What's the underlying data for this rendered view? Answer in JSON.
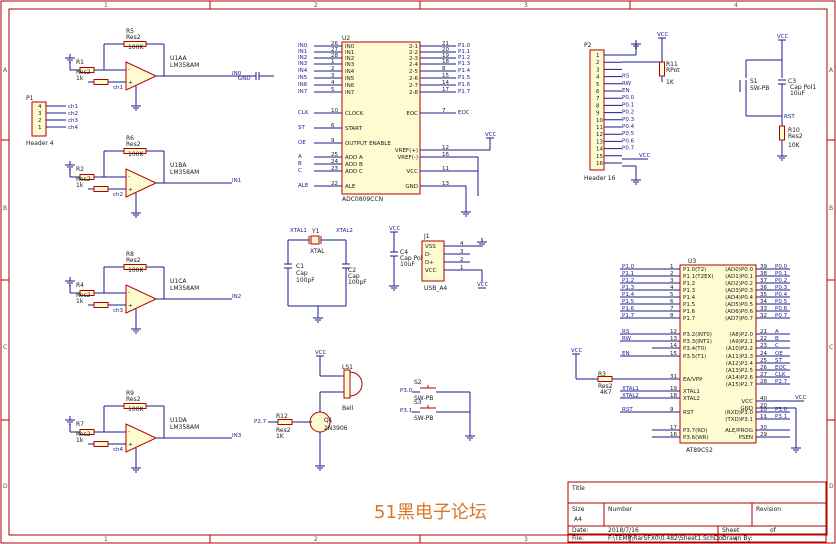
{
  "zones": {
    "top": [
      "1",
      "2",
      "3",
      "4"
    ],
    "side": [
      "A",
      "B",
      "C",
      "D"
    ]
  },
  "colors": {
    "wire": "#1a1a8c",
    "part": "#b00000",
    "fill": "#fffbd0",
    "watermark": "#d8782a"
  },
  "opamps": [
    {
      "ref": "U1AA",
      "part": "LM358AM",
      "rf": "R5",
      "rfval": "100K",
      "rin": "R1",
      "rinval": "1k",
      "rin_lbl": "Res2",
      "rf_lbl": "Res2",
      "in_net": "ch1",
      "out_net": "IN0"
    },
    {
      "ref": "U1BA",
      "part": "LM358AM",
      "rf": "R6",
      "rfval": "100K",
      "rin": "R2",
      "rinval": "1k",
      "rin_lbl": "Res2",
      "rf_lbl": "Res2",
      "in_net": "ch2",
      "out_net": "IN1"
    },
    {
      "ref": "U1CA",
      "part": "LM358AM",
      "rf": "R8",
      "rfval": "100K",
      "rin": "R4",
      "rinval": "1k",
      "rin_lbl": "Res2",
      "rf_lbl": "Res2",
      "in_net": "ch3",
      "out_net": "IN2"
    },
    {
      "ref": "U1DA",
      "part": "LM358AM",
      "rf": "R9",
      "rfval": "100K",
      "rin": "R7",
      "rinval": "1k",
      "rin_lbl": "Res2",
      "rf_lbl": "Res2",
      "in_net": "ch4",
      "out_net": "IN3"
    }
  ],
  "header4": {
    "ref": "P1",
    "name": "Header 4",
    "pins": [
      "4",
      "3",
      "2",
      "1"
    ],
    "nets": [
      "ch1",
      "ch2",
      "ch3",
      "ch4"
    ]
  },
  "adc": {
    "ref": "U2",
    "part": "ADC0809CCN",
    "left_pins": [
      [
        "26",
        "IN0"
      ],
      [
        "27",
        "IN1"
      ],
      [
        "28",
        "IN2"
      ],
      [
        "1",
        "IN3"
      ],
      [
        "2",
        "IN4"
      ],
      [
        "3",
        "IN5"
      ],
      [
        "4",
        "IN6"
      ],
      [
        "5",
        "IN7"
      ],
      [
        "10",
        "CLOCK"
      ],
      [
        "6",
        "START"
      ],
      [
        "9",
        "OUTPUT ENABLE"
      ],
      [
        "25",
        "ADD A"
      ],
      [
        "24",
        "ADD B"
      ],
      [
        "23",
        "ADD C"
      ],
      [
        "22",
        "ALE"
      ]
    ],
    "right_pins": [
      [
        "21",
        "2-1"
      ],
      [
        "20",
        "2-2"
      ],
      [
        "19",
        "2-3"
      ],
      [
        "18",
        "2-4"
      ],
      [
        "8",
        "2-5"
      ],
      [
        "15",
        "2-6"
      ],
      [
        "14",
        "2-7"
      ],
      [
        "17",
        "2-8"
      ],
      [
        "7",
        "EOC"
      ],
      [
        "12",
        "VREF(+)"
      ],
      [
        "16",
        "VREF(-)"
      ],
      [
        "11",
        "VCC"
      ],
      [
        "13",
        "GND"
      ]
    ],
    "right_nets": [
      "P1.0",
      "P1.1",
      "P1.2",
      "P1.3",
      "P1.4",
      "P1.5",
      "P1.6",
      "P1.7",
      "EOC"
    ],
    "left_nets": [
      "IN0",
      "IN1",
      "IN2",
      "IN3",
      "IN4",
      "IN5",
      "IN6",
      "IN7",
      "CLK",
      "ST",
      "OE",
      "A",
      "B",
      "C",
      "ALE"
    ]
  },
  "header16": {
    "ref": "P2",
    "name": "Header 16",
    "pins": [
      "1",
      "2",
      "3",
      "4",
      "5",
      "6",
      "7",
      "8",
      "9",
      "10",
      "11",
      "12",
      "13",
      "14",
      "15",
      "16"
    ],
    "nets": [
      "",
      "",
      "",
      "RS",
      "RW",
      "EN",
      "P0.0",
      "P0.1",
      "P0.2",
      "P0.3",
      "P0.4",
      "P0.5",
      "P0.6",
      "P0.7",
      "",
      ""
    ],
    "pot": "R11",
    "potval": "1K",
    "potlbl": "RPot"
  },
  "reset": {
    "sw": "S1",
    "swlbl": "SW-PB",
    "cap": "C3",
    "caplbl": "Cap Pol1",
    "capval": "10uF",
    "res": "R10",
    "reslbl": "Res2",
    "resval": "10K",
    "rst": "RST",
    "vcc": "VCC"
  },
  "crystal": {
    "ref": "Y1",
    "lbl": "XTAL",
    "c1": "C1",
    "c2": "C2",
    "clbl": "Cap",
    "cval": "100pF",
    "x1": "XTAL1",
    "x2": "XTAL2",
    "gnd": "GND"
  },
  "usb": {
    "ref": "J1",
    "name": "USB_A4",
    "cap": "C4",
    "caplbl": "Cap Pol1",
    "capval": "10uF",
    "pins": [
      "VSS",
      "D-",
      "D+",
      "VCC"
    ],
    "pinno": [
      "4",
      "3",
      "2",
      "1"
    ],
    "vcc": "VCC",
    "gnd": "GND"
  },
  "buzzer": {
    "ref": "LS1",
    "name": "Bell",
    "q": "Q1",
    "qpart": "2N3906",
    "r": "R12",
    "rlbl": "Res2",
    "rval": "1K",
    "net": "P2.7",
    "vcc": "VCC",
    "gnd": "GND"
  },
  "switches": [
    {
      "ref": "S2",
      "lbl": "SW-PB",
      "net": "P3.0"
    },
    {
      "ref": "S3",
      "lbl": "SW-PB",
      "net": "P3.1"
    }
  ],
  "mcu": {
    "ref": "U3",
    "part": "AT89C52",
    "left_pins": [
      [
        "1",
        "P1.0(T2)"
      ],
      [
        "2",
        "P1.1(T2EX)"
      ],
      [
        "3",
        "P1.2"
      ],
      [
        "4",
        "P1.3"
      ],
      [
        "5",
        "P1.4"
      ],
      [
        "6",
        "P1.5"
      ],
      [
        "7",
        "P1.6"
      ],
      [
        "8",
        "P1.7"
      ],
      [
        "12",
        "P3.2(INT0)"
      ],
      [
        "13",
        "P3.3(INT1)"
      ],
      [
        "14",
        "P3.4(T0)"
      ],
      [
        "15",
        "P3.5(T1)"
      ],
      [
        "31",
        "EA/VPP"
      ],
      [
        "19",
        "XTAL1"
      ],
      [
        "18",
        "XTAL2"
      ],
      [
        "9",
        "RST"
      ],
      [
        "17",
        "P3.7(RD)"
      ],
      [
        "16",
        "P3.6(WR)"
      ]
    ],
    "left_nets": [
      "P1.0",
      "P1.1",
      "P1.2",
      "P1.3",
      "P1.4",
      "P1.5",
      "P1.6",
      "P1.7",
      "RS",
      "RW",
      "",
      "EN",
      "",
      "XTAL1",
      "XTAL2",
      "RST",
      "",
      ""
    ],
    "right_pins": [
      [
        "39",
        "(AD0)P0.0"
      ],
      [
        "38",
        "(AD1)P0.1"
      ],
      [
        "37",
        "(AD2)P0.2"
      ],
      [
        "36",
        "(AD3)P0.3"
      ],
      [
        "35",
        "(AD4)P0.4"
      ],
      [
        "34",
        "(AD5)P0.5"
      ],
      [
        "33",
        "(AD6)P0.6"
      ],
      [
        "32",
        "(AD7)P0.7"
      ],
      [
        "21",
        "(A8)P2.0"
      ],
      [
        "22",
        "(A9)P2.1"
      ],
      [
        "23",
        "(A10)P2.2"
      ],
      [
        "24",
        "(A11)P2.3"
      ],
      [
        "25",
        "(A12)P2.4"
      ],
      [
        "26",
        "(A13)P2.5"
      ],
      [
        "27",
        "(A14)P2.6"
      ],
      [
        "28",
        "(A15)P2.7"
      ],
      [
        "40",
        "VCC"
      ],
      [
        "20",
        "GND"
      ],
      [
        "10",
        "(RXD)P3.0"
      ],
      [
        "11",
        "(TXD)P3.1"
      ],
      [
        "30",
        "ALE/PROG"
      ],
      [
        "29",
        "PSEN"
      ]
    ],
    "right_nets": [
      "P0.0",
      "P0.1",
      "P0.2",
      "P0.3",
      "P0.4",
      "P0.5",
      "P0.6",
      "P0.7",
      "A",
      "B",
      "C",
      "OE",
      "ST",
      "EOC",
      "CLK",
      "P2.7",
      "",
      "",
      "P3.0",
      "P3.1",
      "",
      ""
    ],
    "pullup_r": "R3",
    "pullup_lbl": "Res2",
    "pullup_val": "4K7"
  },
  "title_block": {
    "title": "Title",
    "size_lbl": "Size",
    "size": "A4",
    "number_lbl": "Number",
    "revision_lbl": "Revision",
    "date_lbl": "Date:",
    "date": "2018/7/16",
    "sheet_lbl": "Sheet",
    "of": "of",
    "file_lbl": "File:",
    "file": "F:\\TEMP\\RarSFX0\\0.482\\Sheet1.SchDoc",
    "drawn_lbl": "Drawn By:"
  },
  "watermark": "51黑电子论坛",
  "labels": {
    "vcc": "VCC",
    "gnd": "GND",
    "in0_net": "IN0",
    "gnd_net": "GND"
  }
}
